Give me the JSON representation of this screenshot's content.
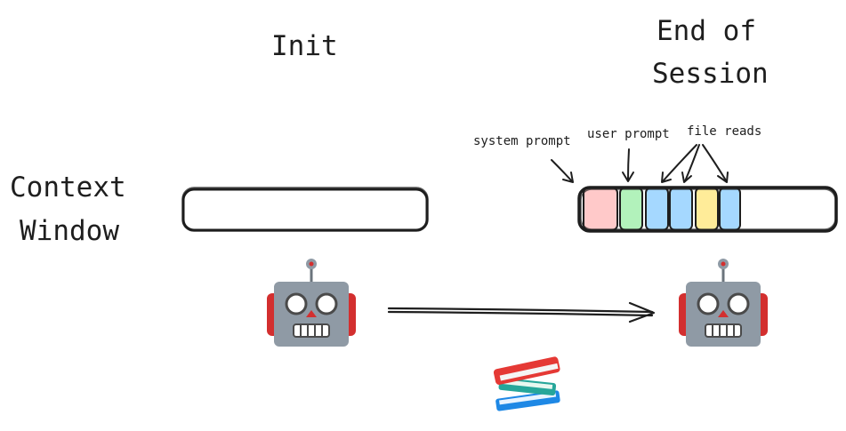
{
  "labels": {
    "init": "Init",
    "end_line1": "End of",
    "end_line2": "Session",
    "context_line1": "Context",
    "context_line2": "Window",
    "system_prompt": "system prompt",
    "user_prompt": "user prompt",
    "file_reads": "file reads"
  },
  "colors": {
    "ink": "#1e1e1e",
    "system_prompt": "#ffc9c9",
    "user_prompt": "#b2f2bb",
    "file_read": "#a5d8ff",
    "other_read": "#ffec99",
    "robot_body": "#8f9aa5",
    "robot_ears": "#d32f2f",
    "books": [
      "#e53935",
      "#26a69a",
      "#1e88e5",
      "#e0e0e0"
    ]
  },
  "context_window_end": {
    "segments": [
      "system_prompt",
      "user_prompt",
      "file_read",
      "file_read",
      "other_read",
      "file_read"
    ]
  },
  "icons": [
    "robot-icon",
    "robot-icon",
    "books-icon",
    "arrow-right-icon"
  ]
}
